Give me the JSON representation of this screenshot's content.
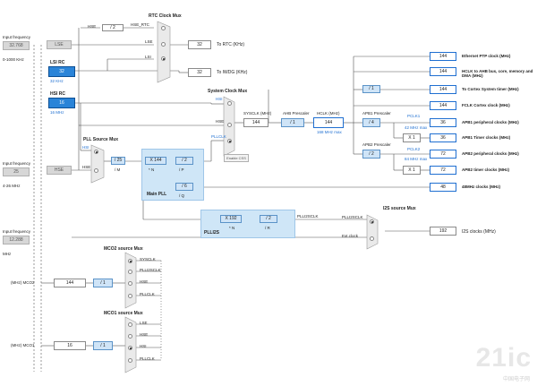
{
  "inputs": {
    "lse": {
      "freq_label": "Input frequency",
      "value": "32.768",
      "range": "0-1000 KHz",
      "name": "LSE"
    },
    "hse": {
      "freq_label": "Input frequency",
      "value": "25",
      "range": "4-26 MHz",
      "name": "HSE"
    },
    "i2s": {
      "freq_label": "Input frequency",
      "value": "12.288",
      "unit": "MHz"
    }
  },
  "lsi": {
    "label": "LSI RC",
    "value": "32",
    "unit": "32 KHz"
  },
  "hsi": {
    "label": "HSI RC",
    "value": "16",
    "unit": "16 MHz"
  },
  "rtc_mux": {
    "title": "RTC Clock Mux",
    "hse_rtc": "HSE_RTC",
    "hse": "HSE",
    "div": "/ 2",
    "lse": "LSE",
    "lsi": "LSI",
    "to_rtc_value": "32",
    "to_rtc_label": "To RTC (KHz)",
    "to_iwdg_value": "32",
    "to_iwdg_label": "To IWDG (KHz)"
  },
  "sys_mux": {
    "title": "System Clock Mux",
    "hsi": "HSI",
    "hse": "HSE",
    "pllclk": "PLLCLK",
    "enable_css": "Enable CSS"
  },
  "pll": {
    "source_title": "PLL Source Mux",
    "hsi": "HSI",
    "hse": "HSE",
    "m_div": "/ 25",
    "m_label": "/ M",
    "n_mul": "X 144",
    "n_label": "* N",
    "p_div": "/ 2",
    "p_label": "/ P",
    "q_div": "/ 6",
    "q_label": "/ Q",
    "main_label": "Main PLL"
  },
  "sysclk": {
    "label": "SYSCLK (MHz)",
    "value": "144"
  },
  "ahb": {
    "label": "AHB Prescaler",
    "div": "/ 1"
  },
  "hclk": {
    "label": "HCLK (MHz)",
    "value": "144",
    "max": "168 MHz max"
  },
  "apb1": {
    "label": "APB1 Prescaler",
    "div": "/ 4",
    "pclk": "PCLK1",
    "max": "42 MHz max",
    "timer_mul": "X 1"
  },
  "apb2": {
    "label": "APB2 Prescaler",
    "div": "/ 2",
    "pclk": "PCLK2",
    "max": "84 MHz max",
    "timer_mul": "X 1"
  },
  "cortex_div": "/ 1",
  "outputs": [
    {
      "value": "144",
      "label": "Ethernet PTP clock (MHz)"
    },
    {
      "value": "144",
      "label": "HCLK to AHB bus, core, memory and DMA (MHz)"
    },
    {
      "value": "144",
      "label": "To Cortex System timer (MHz)"
    },
    {
      "value": "144",
      "label": "FCLK Cortex clock (MHz)"
    },
    {
      "value": "36",
      "label": "APB1 peripheral clocks (MHz)"
    },
    {
      "value": "36",
      "label": "APB1 Timer clocks (MHz)"
    },
    {
      "value": "72",
      "label": "APB2 peripheral clocks (MHz)"
    },
    {
      "value": "72",
      "label": "APB2 timer clocks (MHz)"
    },
    {
      "value": "48",
      "label": "48MHz clocks (MHz)"
    }
  ],
  "plli2s": {
    "n_mul": "X 192",
    "n_label": "* N",
    "r_div": "/ 2",
    "r_label": "/ R",
    "name": "PLLI2S",
    "out": "PLLI2SCLK",
    "i2s_mux_title": "I2S source Mux",
    "i2s_in1": "PLLI2SCLK",
    "i2s_in2": "Ext.clock",
    "i2s_value": "192",
    "i2s_label": "I2S clocks (MHz)"
  },
  "mco2": {
    "title": "MCO2 source Mux",
    "sources": [
      "SYSCLK",
      "PLLI2SCLK",
      "HSE",
      "PLLCLK"
    ],
    "pin": "(MHz) MCO2",
    "value": "144",
    "div": "/ 1"
  },
  "mco1": {
    "title": "MCO1 source Mux",
    "sources": [
      "LSE",
      "HSE",
      "HSI",
      "PLLCLK"
    ],
    "pin": "(MHz) MCO1",
    "value": "16",
    "div": "/ 1"
  },
  "watermark": {
    "logo": "21ic",
    "caption": "中国电子网"
  }
}
